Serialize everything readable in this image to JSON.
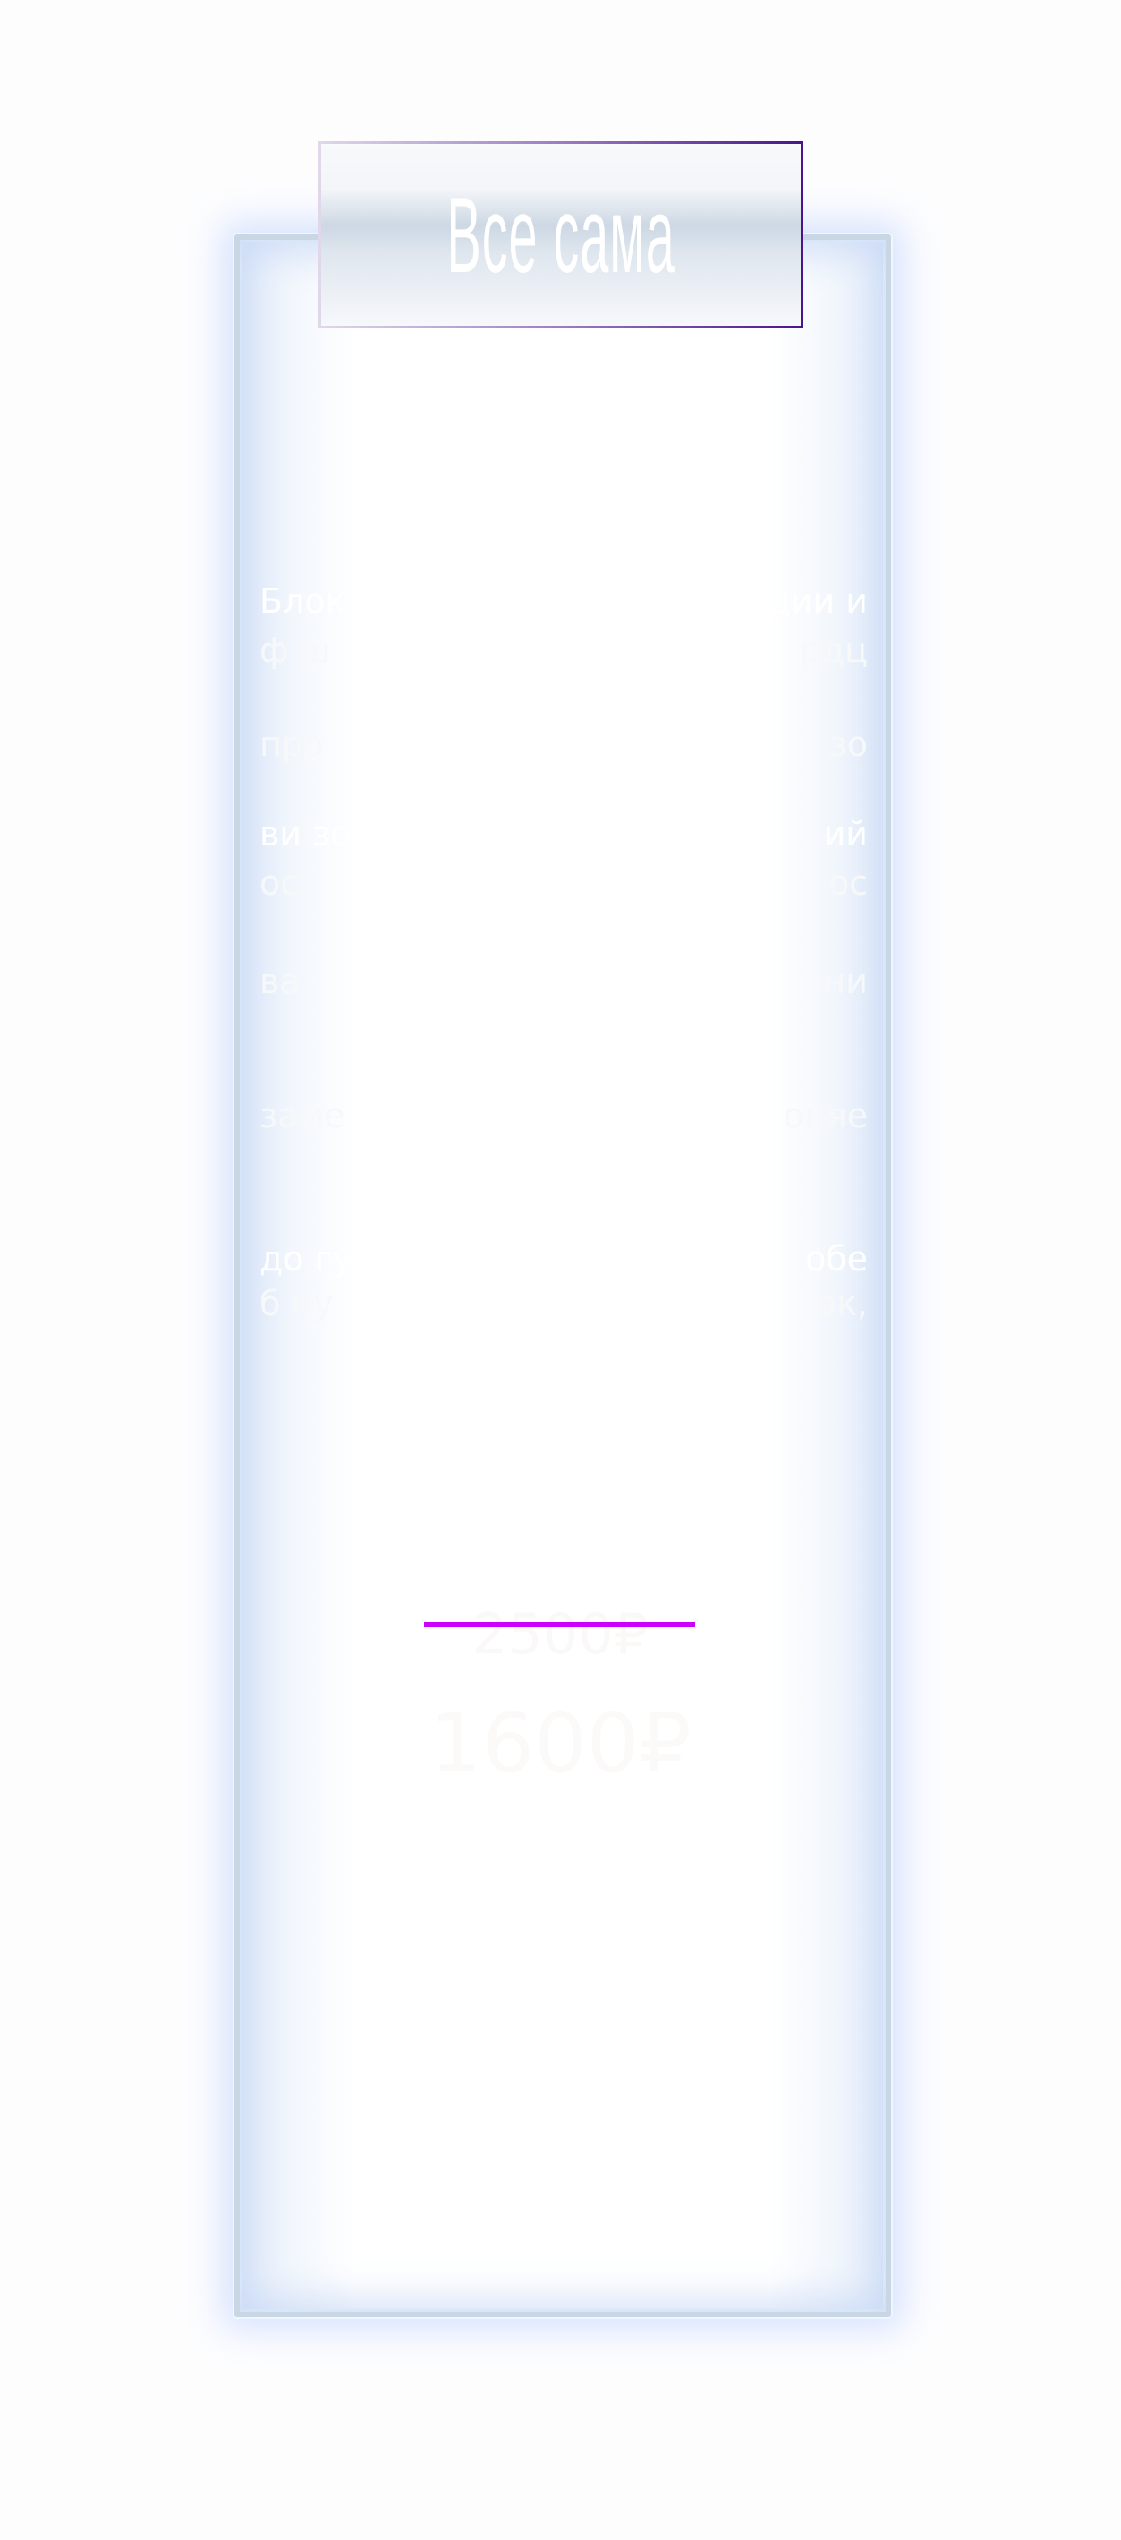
{
  "card": {
    "title": "Все сама",
    "description_fragments": [
      {
        "left": "Блок",
        "right": "ции и"
      },
      {
        "left": "ф ш",
        "right": "рдц"
      },
      {
        "left": "про",
        "right": "зо"
      },
      {
        "left": "ви зо",
        "right": "ий"
      },
      {
        "left": "ос",
        "right": "ос"
      },
      {
        "left": "ва",
        "right": "ни"
      },
      {
        "left": "заме",
        "right": "оняе"
      },
      {
        "left": "до гуе",
        "right": "обе"
      },
      {
        "left": "б ну",
        "right": "ок,"
      }
    ],
    "old_price": "2500₽",
    "new_price": "1600₽",
    "strike_color": "#cc00ff"
  }
}
